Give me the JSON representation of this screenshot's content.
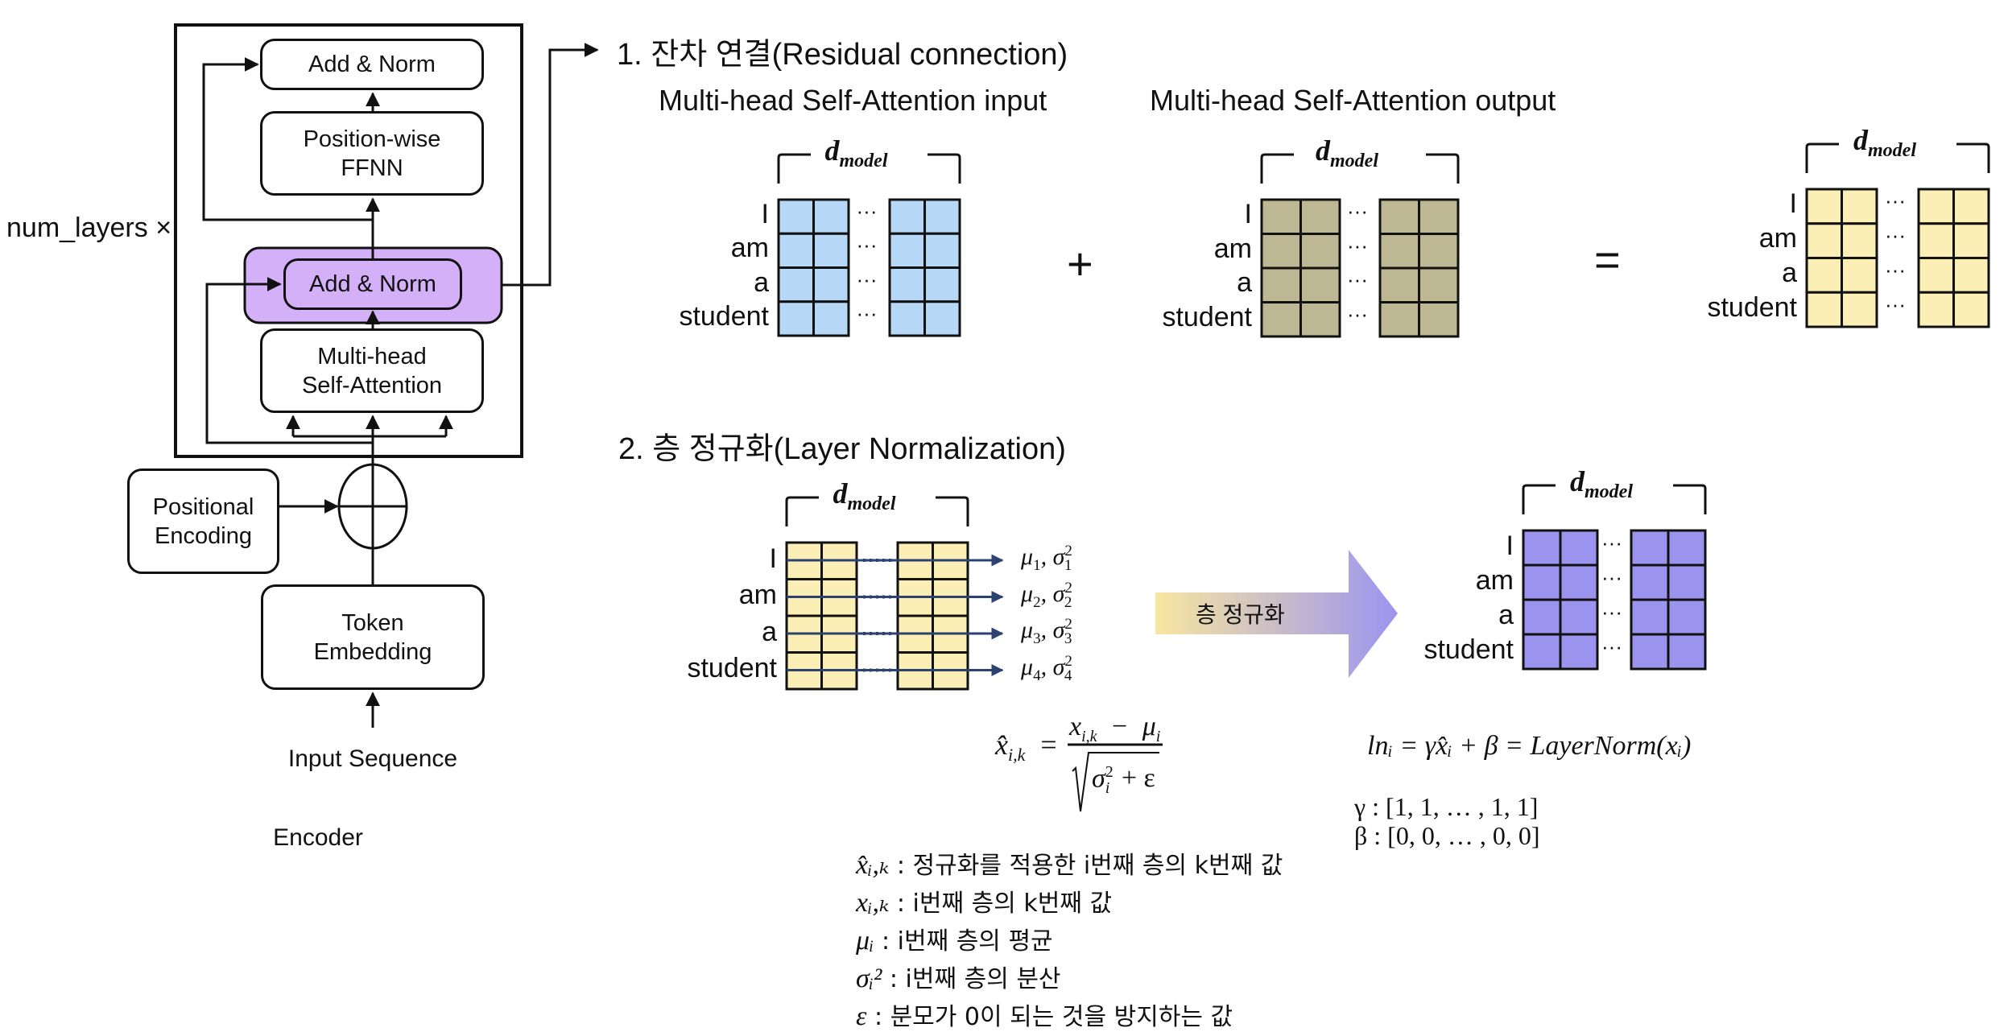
{
  "encoder": {
    "num_layers_label": "num_layers ×",
    "blocks": {
      "add_norm_top": "Add & Norm",
      "ffnn_line1": "Position-wise",
      "ffnn_line2": "FFNN",
      "add_norm_highlight": "Add & Norm",
      "mhsa_line1": "Multi-head",
      "mhsa_line2": "Self-Attention",
      "positional_line1": "Positional",
      "positional_line2": "Encoding",
      "token_line1": "Token",
      "token_line2": "Embedding"
    },
    "input_label": "Input Sequence",
    "caption": "Encoder",
    "highlight_color": "#d4b0f9"
  },
  "section1": {
    "title": "1. 잔차 연결(Residual connection)",
    "input_label": "Multi-head Self-Attention input",
    "output_label": "Multi-head Self-Attention output",
    "plus": "+",
    "equals": "=",
    "dim_label": "d",
    "dim_sub": "model",
    "tokens": [
      "I",
      "am",
      "a",
      "student"
    ],
    "ellipsis": "···",
    "colors": {
      "input": "#b7d7f7",
      "output": "#bdb893",
      "result": "#fbefb5"
    }
  },
  "section2": {
    "title": "2. 층 정규화(Layer Normalization)",
    "dim_label": "d",
    "dim_sub": "model",
    "tokens": [
      "I",
      "am",
      "a",
      "student"
    ],
    "stats": [
      {
        "mu": "μ",
        "idx": "1",
        "sigma": "σ",
        "sup": "2"
      },
      {
        "mu": "μ",
        "idx": "2",
        "sigma": "σ",
        "sup": "2"
      },
      {
        "mu": "μ",
        "idx": "3",
        "sigma": "σ",
        "sup": "2"
      },
      {
        "mu": "μ",
        "idx": "4",
        "sigma": "σ",
        "sup": "2"
      }
    ],
    "arrow_label": "층 정규화",
    "ellipsis": "···",
    "colors": {
      "input": "#fbefb5",
      "output": "#9b94ef",
      "stat_arrow": "#2c4370",
      "arrow_from": "#f8e6a0",
      "arrow_to": "#9b94ef"
    },
    "formula": {
      "lhs": "x̂",
      "lhs_sub": "i,k",
      "eq": "=",
      "numerator": "x",
      "numerator_sub": "i,k",
      "minus": "−",
      "mu": "μ",
      "mu_sub": "i",
      "den_sigma": "σ",
      "den_sub": "i",
      "den_sup": "2",
      "den_rest": "+ ε"
    },
    "ln_formula": "lnᵢ = γx̂ᵢ + β = LayerNorm(xᵢ)",
    "gamma": "γ : [1, 1, … , 1, 1]",
    "beta": "β : [0, 0, … , 0, 0]",
    "legend": [
      {
        "sym": "x̂ᵢ,ₖ",
        "text": " : 정규화를 적용한 i번째 층의 k번째 값"
      },
      {
        "sym": "xᵢ,ₖ",
        "text": " : i번째 층의 k번째 값"
      },
      {
        "sym": "μᵢ",
        "text": " : i번째 층의 평균"
      },
      {
        "sym": "σᵢ²",
        "text": " : i번째 층의 분산"
      },
      {
        "sym": "ε",
        "text": " : 분모가 0이 되는 것을 방지하는 값"
      }
    ]
  }
}
